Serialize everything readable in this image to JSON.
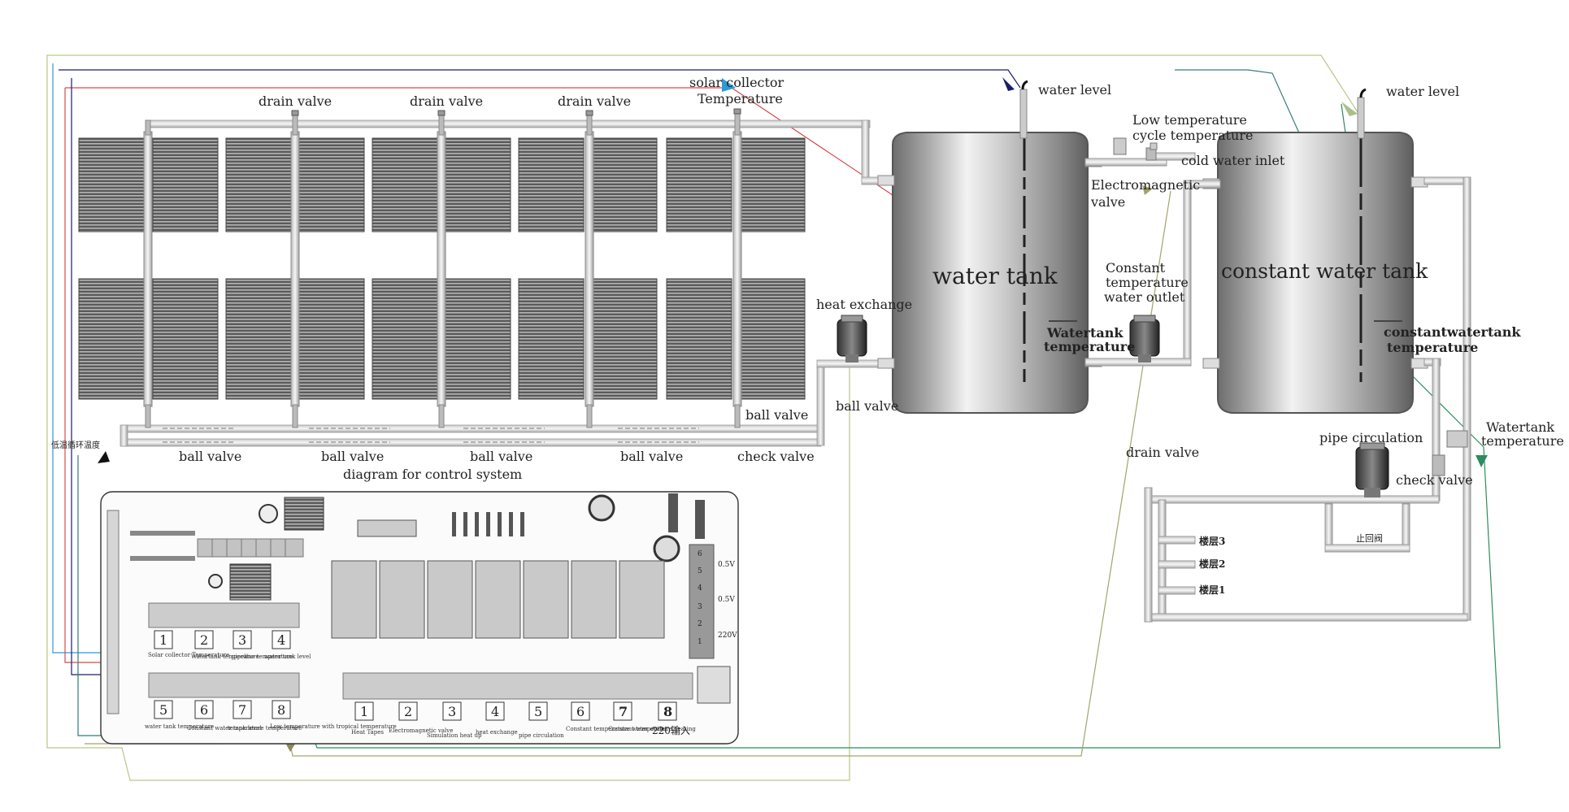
{
  "labels": {
    "drain_valve_1": "drain valve",
    "drain_valve_2": "drain valve",
    "drain_valve_3": "drain valve",
    "solar_collector_temp_l1": "solar collector",
    "solar_collector_temp_l2": "Temperature",
    "water_level_1": "water level",
    "water_level_2": "water level",
    "low_temp_l1": "Low temperature",
    "low_temp_l2": "cycle temperature",
    "cold_water_inlet": "cold water inlet",
    "electromagnetic_l1": "Electromagnetic",
    "electromagnetic_l2": "valve",
    "water_tank": "water tank",
    "constant_water_tank": "constant water tank",
    "constant_temp_outlet_l1": "Constant",
    "constant_temp_outlet_l2": "temperature",
    "constant_temp_outlet_l3": "water outlet",
    "heat_exchange": "heat exchange",
    "watertank_temp_l1": "Watertank",
    "watertank_temp_l2": "temperature",
    "constant_watertank_temp_l1": "constantwatertank",
    "constant_watertank_temp_l2": "temperature",
    "ball_valve_right": "ball valve",
    "ball_valve_mid": "ball valve",
    "ball_valve_a": "ball valve",
    "ball_valve_b": "ball valve",
    "ball_valve_c": "ball valve",
    "ball_valve_d": "ball valve",
    "check_valve_bottom": "check valve",
    "check_valve_right": "check valve",
    "diagram_title": "diagram for control system",
    "low_temp_cycle_cn": "低温循环温度",
    "pipe_circulation": "pipe circulation",
    "drain_valve_right": "drain valve",
    "watertank_temp_right_l1": "Watertank",
    "watertank_temp_right_l2": "temperature",
    "floor3": "楼层3",
    "floor2": "楼层2",
    "floor1": "楼层1",
    "check_valve_cn": "止回阀"
  },
  "board": {
    "top_numbers": [
      "1",
      "2",
      "3",
      "4"
    ],
    "bottom_numbers": [
      "5",
      "6",
      "7",
      "8"
    ],
    "sensor_captions": [
      "Solar collector Temperature",
      "Watertank temperature",
      "pipeline temperature",
      "water tank level",
      "water tank temperature",
      "Constant water tank level",
      "temperature temperature",
      "Low temperature with tropical temperature"
    ],
    "output_numbers": [
      "1",
      "2",
      "3",
      "4",
      "5",
      "6",
      "7",
      "8"
    ],
    "output_captions": [
      "Heat Tapes",
      "Electromagnetic valve",
      "Simulation heat up",
      "heat exchange",
      "pipe circulation",
      "Constant temperature water outlet",
      "Constant temperature heating",
      "220输入"
    ],
    "relay_labels": [
      "0.5V",
      "0.5V",
      "220V"
    ],
    "relay_numbers": [
      "6",
      "5",
      "4",
      "3",
      "2",
      "1"
    ]
  }
}
